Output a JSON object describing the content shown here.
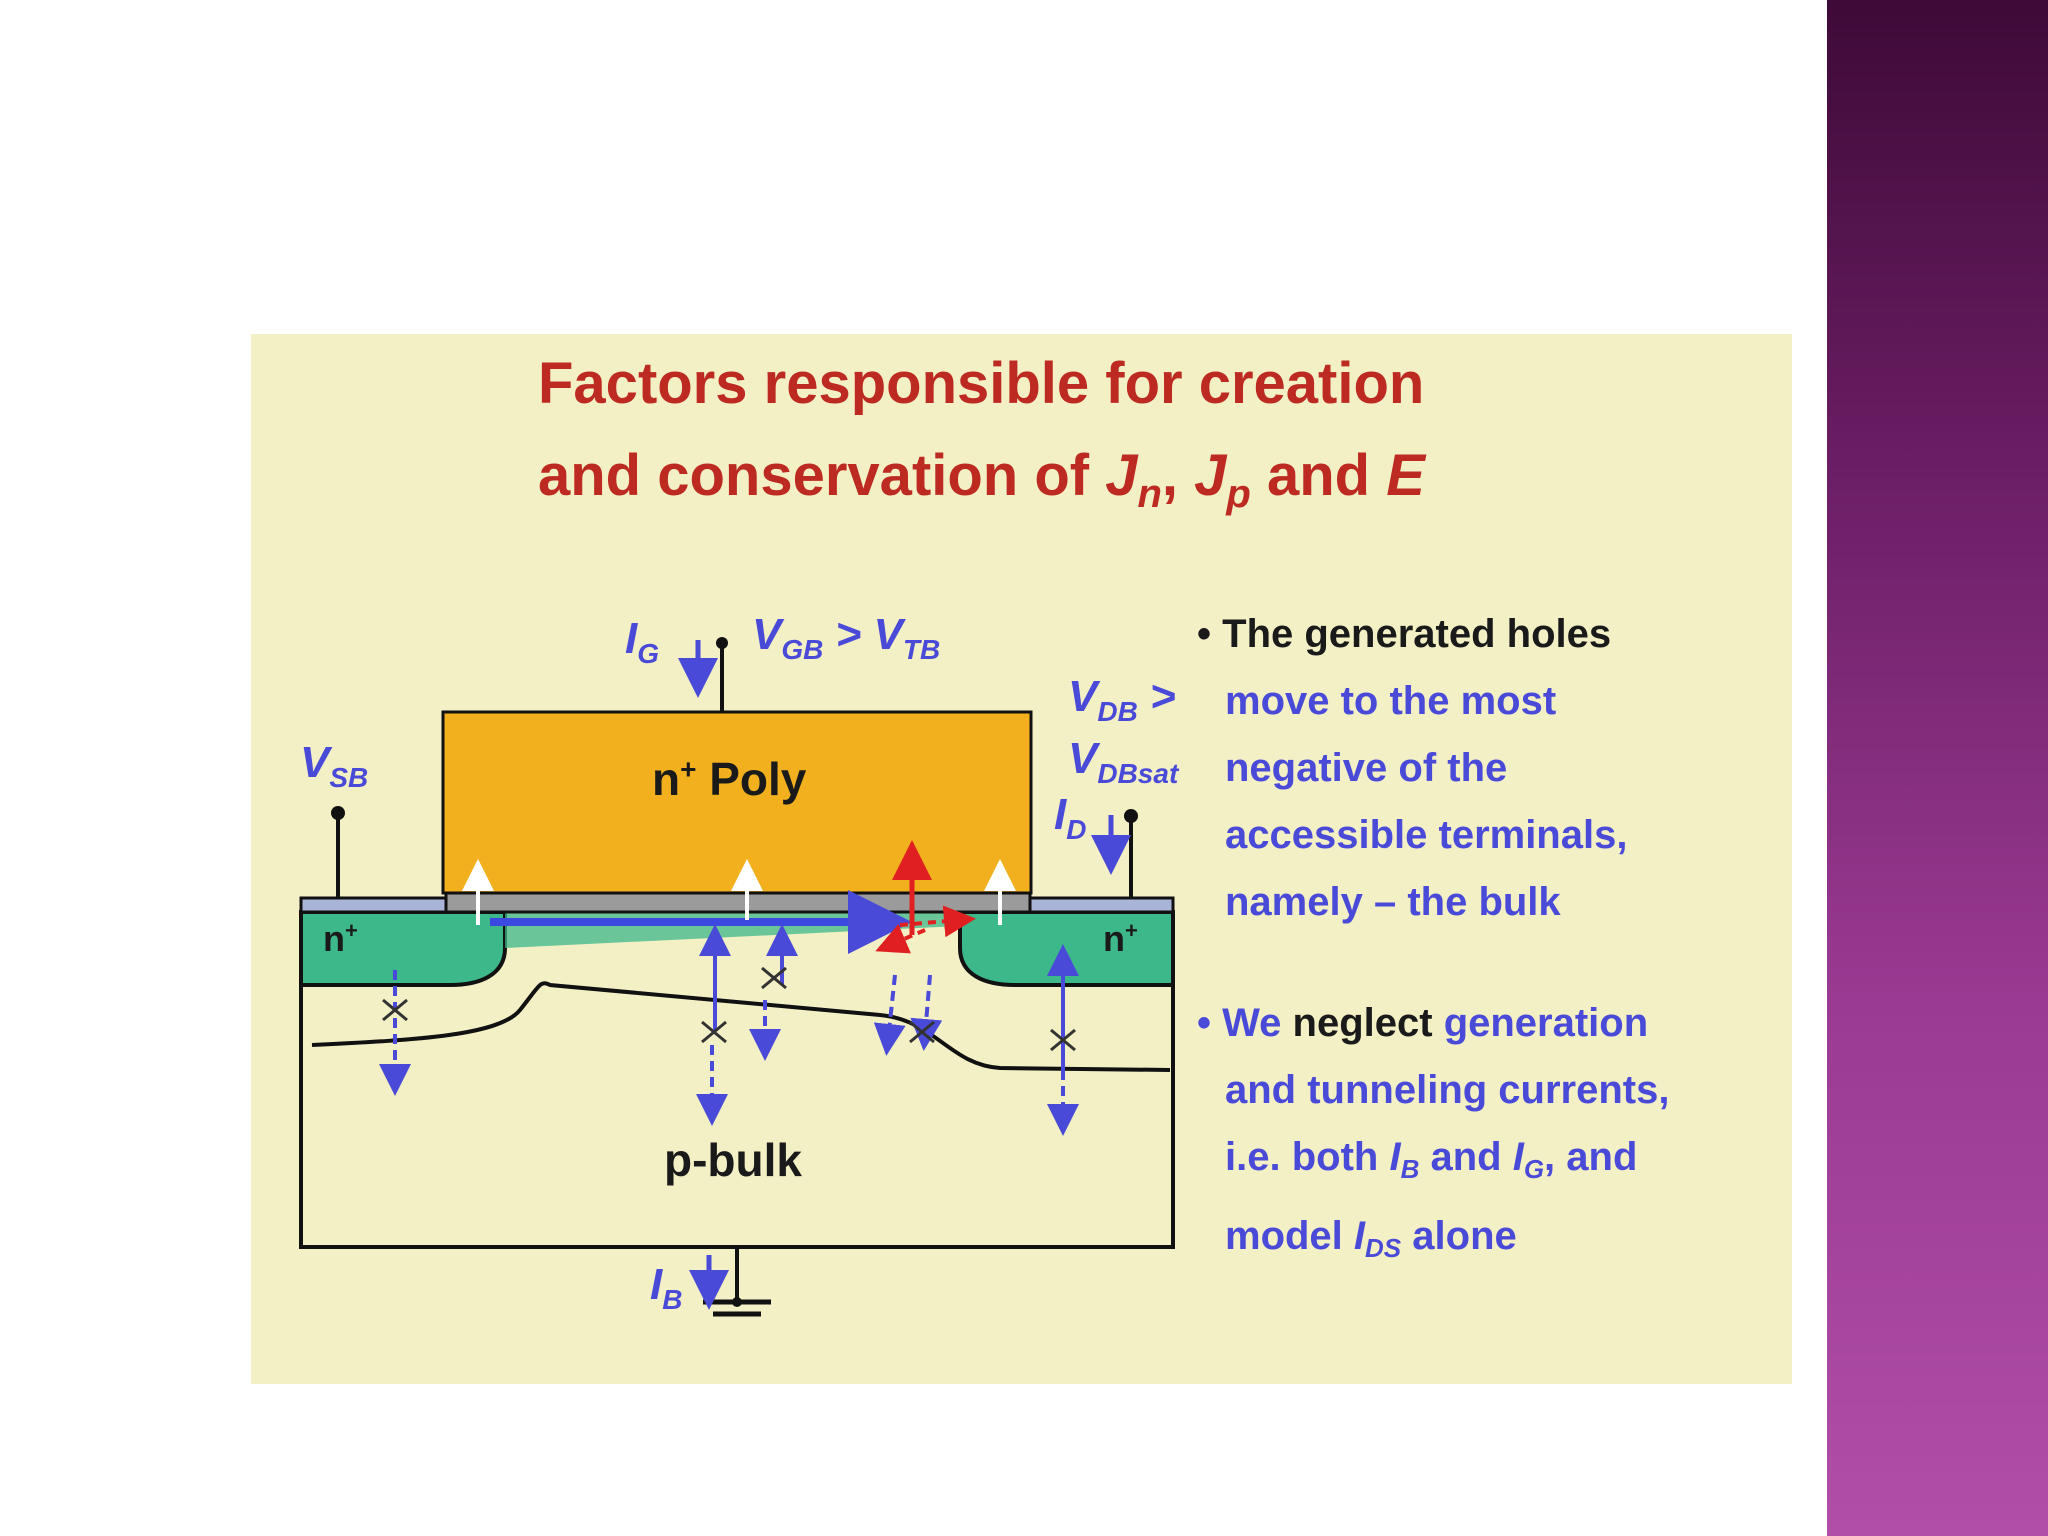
{
  "title": {
    "line1": "Factors responsible for creation",
    "line2_pre": "and conservation of ",
    "j": "J",
    "n": "n",
    "comma": ", ",
    "p": "p",
    "and": " and ",
    "e": "E"
  },
  "diagram": {
    "ig": "I",
    "ig_sub": "G",
    "vgb": "V",
    "vgb_sub": "GB",
    "gt": " > ",
    "vtb": "V",
    "vtb_sub": "TB",
    "vsb": "V",
    "vsb_sub": "SB",
    "vdb": "V",
    "vdb_sub": "DB",
    "gt2": " >",
    "vdbsat": "V",
    "vdbsat_sub": "DBsat",
    "id": "I",
    "id_sub": "D",
    "ib": "I",
    "ib_sub": "B",
    "poly": "n+ Poly",
    "poly_n": "n",
    "poly_sup": "+",
    "poly_word": " Poly",
    "source_n": "n",
    "source_sup": "+",
    "drain_n": "n",
    "drain_sup": "+",
    "bulk": "p-bulk"
  },
  "bullet1": {
    "dot": "•",
    "l1": "The generated holes",
    "l2": "move to the most",
    "l3": "negative of the",
    "l4": "accessible  terminals,",
    "l5": "namely – the bulk"
  },
  "bullet2": {
    "dot": "•",
    "l1a": "We",
    "l1b": " neglect ",
    "l1c": "generation",
    "l2": "and  tunneling currents,",
    "l3a": "i.e. both ",
    "ib": "I",
    "ib_sub": "B",
    "l3b": " and ",
    "ig": "I",
    "ig_sub": "G",
    "l3c": ", and",
    "l4a": "model ",
    "ids": "I",
    "ids_sub": "DS",
    "l4b": " alone"
  }
}
